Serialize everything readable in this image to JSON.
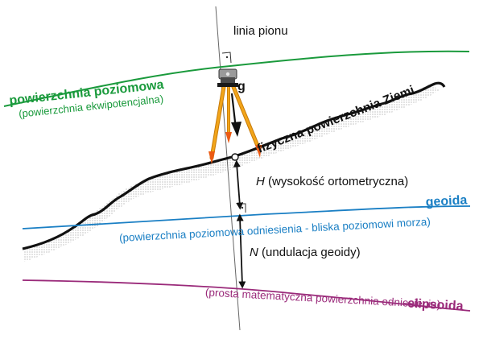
{
  "labels": {
    "plumb_line": "linia pionu",
    "level_surface": "powierzchnia poziomowa",
    "level_surface_sub": "(powierzchnia ekwipotencjalna)",
    "gravity": "g",
    "earth_surface": "fizyczna powierzchnia Ziemi",
    "h_symbol": "H",
    "h_desc": " (wysokość ortometryczna)",
    "geoid": "geoida",
    "geoid_sub": "(powierzchnia poziomowa odniesienia - bliska poziomowi morza)",
    "n_symbol": "N",
    "n_desc": " (undulacja geoidy)",
    "ellipsoid": "elipsoida",
    "ellipsoid_sub": "(prosta matematyczna powierzchnia odniesienia)"
  },
  "colors": {
    "level_surface": "#1a9a3c",
    "geoid": "#1a7fc4",
    "ellipsoid": "#9a2a7a",
    "terrain": "#111111",
    "tripod": "#f2a51a",
    "tripod_feet": "#ec5a12",
    "plumb_line": "#666666"
  }
}
